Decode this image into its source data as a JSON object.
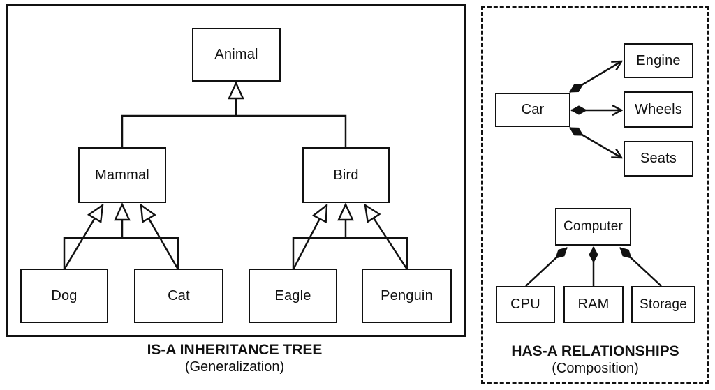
{
  "left_panel": {
    "title": "IS-A INHERITANCE TREE",
    "subtitle": "(Generalization)",
    "nodes": {
      "animal": "Animal",
      "mammal": "Mammal",
      "bird": "Bird",
      "dog": "Dog",
      "cat": "Cat",
      "eagle": "Eagle",
      "penguin": "Penguin"
    }
  },
  "right_panel": {
    "title": "HAS-A RELATIONSHIPS",
    "subtitle": "(Composition)",
    "nodes": {
      "car": "Car",
      "engine": "Engine",
      "wheels": "Wheels",
      "seats": "Seats",
      "computer": "Computer",
      "cpu": "CPU",
      "ram": "RAM",
      "storage": "Storage"
    }
  },
  "relationships": {
    "is_a": [
      {
        "child": "Mammal",
        "parent": "Animal"
      },
      {
        "child": "Bird",
        "parent": "Animal"
      },
      {
        "child": "Dog",
        "parent": "Mammal"
      },
      {
        "child": "Cat",
        "parent": "Mammal"
      },
      {
        "child": "Eagle",
        "parent": "Bird"
      },
      {
        "child": "Penguin",
        "parent": "Bird"
      }
    ],
    "has_a": [
      {
        "whole": "Car",
        "part": "Engine"
      },
      {
        "whole": "Car",
        "part": "Wheels"
      },
      {
        "whole": "Car",
        "part": "Seats"
      },
      {
        "whole": "Computer",
        "part": "CPU"
      },
      {
        "whole": "Computer",
        "part": "RAM"
      },
      {
        "whole": "Computer",
        "part": "Storage"
      }
    ]
  },
  "colors": {
    "line": "#111111",
    "background": "#ffffff"
  }
}
